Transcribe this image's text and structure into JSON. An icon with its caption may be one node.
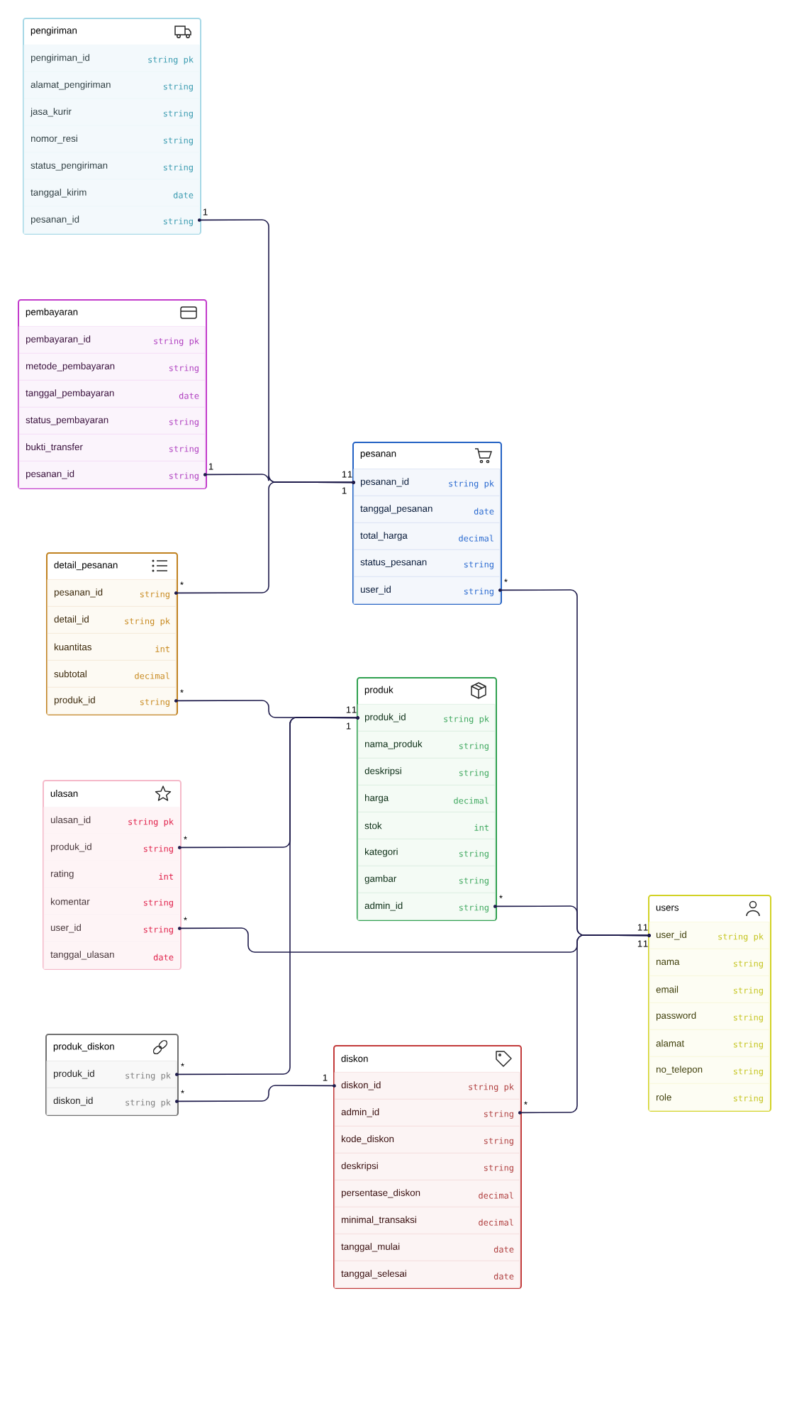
{
  "diagram": {
    "nodes": [
      {
        "text": [
          "pengiriman"
        ]
      },
      {
        "text": [
          "pengiriman_id",
          "string pk"
        ],
        "in": 0
      },
      {
        "text": [
          "alamat_pengiriman",
          "string"
        ],
        "in": 0
      },
      {
        "text": [
          "jasa_kurir",
          "string"
        ],
        "in": 0
      },
      {
        "text": [
          "nomor_resi",
          "string"
        ],
        "in": 0
      },
      {
        "text": [
          "status_pengiriman",
          "string"
        ],
        "in": 0
      },
      {
        "text": [
          "tanggal_kirim",
          "date"
        ],
        "in": 0
      },
      {
        "text": [
          "pesanan_id",
          "string"
        ],
        "in": 0,
        "beside": [
          "1"
        ]
      },
      {
        "text": [
          "pembayaran"
        ]
      },
      {
        "text": [
          "pembayaran_id",
          "string pk"
        ],
        "in": 8
      },
      {
        "text": [
          "metode_pembayaran",
          "string"
        ],
        "in": 8
      },
      {
        "text": [
          "tanggal_pembayaran",
          "date"
        ],
        "in": 8
      },
      {
        "text": [
          "status_pembayaran",
          "string"
        ],
        "in": 8
      },
      {
        "text": [
          "bukti_transfer",
          "string"
        ],
        "in": 8
      },
      {
        "text": [
          "pesanan_id",
          "string"
        ],
        "in": 8,
        "beside": [
          "1"
        ]
      },
      {
        "text": [
          "pesanan"
        ]
      },
      {
        "text": [
          "pesanan_id",
          "string pk"
        ],
        "in": 15,
        "beside": [
          "1",
          "1",
          "1"
        ]
      },
      {
        "text": [
          "tanggal_pesanan",
          "date"
        ],
        "in": 15
      },
      {
        "text": [
          "total_harga",
          "decimal"
        ],
        "in": 15
      },
      {
        "text": [
          "status_pesanan",
          "string"
        ],
        "in": 15
      },
      {
        "text": [
          "user_id",
          "string"
        ],
        "in": 15,
        "beside": [
          "*"
        ]
      },
      {
        "text": [
          "detail_pesanan"
        ]
      },
      {
        "text": [
          "pesanan_id",
          "string"
        ],
        "in": 21,
        "beside": [
          "*"
        ]
      },
      {
        "text": [
          "detail_id",
          "string pk"
        ],
        "in": 21
      },
      {
        "text": [
          "kuantitas",
          "int"
        ],
        "in": 21
      },
      {
        "text": [
          "subtotal",
          "decimal"
        ],
        "in": 21
      },
      {
        "text": [
          "produk_id",
          "string"
        ],
        "in": 21,
        "beside": [
          "*"
        ]
      },
      {
        "text": [
          "produk"
        ]
      },
      {
        "text": [
          "produk_id",
          "string pk"
        ],
        "in": 27,
        "beside": [
          "1",
          "1",
          "1"
        ]
      },
      {
        "text": [
          "nama_produk",
          "string"
        ],
        "in": 27
      },
      {
        "text": [
          "deskripsi",
          "string"
        ],
        "in": 27
      },
      {
        "text": [
          "harga",
          "decimal"
        ],
        "in": 27
      },
      {
        "text": [
          "stok",
          "int"
        ],
        "in": 27
      },
      {
        "text": [
          "kategori",
          "string"
        ],
        "in": 27
      },
      {
        "text": [
          "gambar",
          "string"
        ],
        "in": 27
      },
      {
        "text": [
          "admin_id",
          "string"
        ],
        "in": 27,
        "beside": [
          "*"
        ]
      },
      {
        "text": [
          "ulasan"
        ]
      },
      {
        "text": [
          "ulasan_id",
          "string pk"
        ],
        "in": 36
      },
      {
        "text": [
          "produk_id",
          "string"
        ],
        "in": 36,
        "beside": [
          "*"
        ]
      },
      {
        "text": [
          "rating",
          "int"
        ],
        "in": 36
      },
      {
        "text": [
          "komentar",
          "string"
        ],
        "in": 36
      },
      {
        "text": [
          "user_id",
          "string"
        ],
        "in": 36,
        "beside": [
          "*"
        ]
      },
      {
        "text": [
          "tanggal_ulasan",
          "date"
        ],
        "in": 36
      },
      {
        "text": [
          "users"
        ]
      },
      {
        "text": [
          "user_id",
          "string pk"
        ],
        "in": 43,
        "beside": [
          "1",
          "1",
          "1",
          "1"
        ]
      },
      {
        "text": [
          "nama",
          "string"
        ],
        "in": 43
      },
      {
        "text": [
          "email",
          "string"
        ],
        "in": 43
      },
      {
        "text": [
          "password",
          "string"
        ],
        "in": 43
      },
      {
        "text": [
          "alamat",
          "string"
        ],
        "in": 43
      },
      {
        "text": [
          "no_telepon",
          "string"
        ],
        "in": 43
      },
      {
        "text": [
          "role",
          "string"
        ],
        "in": 43
      },
      {
        "text": [
          "produk_diskon"
        ]
      },
      {
        "text": [
          "produk_id",
          "string pk"
        ],
        "in": 51,
        "beside": [
          "*"
        ]
      },
      {
        "text": [
          "diskon_id",
          "string pk"
        ],
        "in": 51,
        "beside": [
          "*"
        ]
      },
      {
        "text": [
          "diskon"
        ]
      },
      {
        "text": [
          "diskon_id",
          "string pk"
        ],
        "in": 54,
        "beside": [
          "1"
        ]
      },
      {
        "text": [
          "admin_id",
          "string"
        ],
        "in": 54,
        "beside": [
          "*"
        ]
      },
      {
        "text": [
          "kode_diskon",
          "string"
        ],
        "in": 54
      },
      {
        "text": [
          "deskripsi",
          "string"
        ],
        "in": 54
      },
      {
        "text": [
          "persentase_diskon",
          "decimal"
        ],
        "in": 54
      },
      {
        "text": [
          "minimal_transaksi",
          "decimal"
        ],
        "in": 54
      },
      {
        "text": [
          "tanggal_mulai",
          "date"
        ],
        "in": 54
      },
      {
        "text": [
          "tanggal_selesai",
          "date"
        ],
        "in": 54
      }
    ],
    "edges": [
      {
        "from": 7,
        "to": 16,
        "arrow": "other"
      },
      {
        "from": 14,
        "to": 16,
        "arrow": "other"
      },
      {
        "from": 22,
        "to": 16,
        "arrow": "other"
      },
      {
        "from": 26,
        "to": 28,
        "arrow": "other"
      },
      {
        "from": 38,
        "to": 28,
        "arrow": "other"
      },
      {
        "from": 52,
        "to": 28,
        "arrow": "other"
      },
      {
        "from": 53,
        "to": 55,
        "arrow": "other"
      },
      {
        "from": 20,
        "to": 44,
        "arrow": "other"
      },
      {
        "from": 35,
        "to": 44,
        "arrow": "other"
      },
      {
        "from": 41,
        "to": 44,
        "arrow": "other"
      },
      {
        "from": 56,
        "to": 44,
        "arrow": "other"
      }
    ]
  }
}
